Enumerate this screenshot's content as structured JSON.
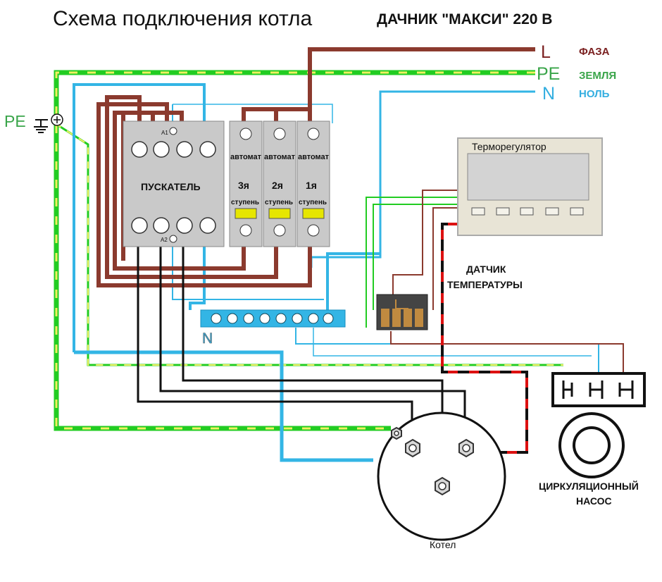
{
  "title": "Схема подключения котла",
  "subtitle": "ДАЧНИК \"МАКСИ\" 220 В",
  "supply": {
    "l_letter": "L",
    "l_label": "ФАЗА",
    "pe_letter": "PE",
    "pe_label": "ЗЕМЛЯ",
    "n_letter": "N",
    "n_label": "НОЛЬ"
  },
  "pe_left": "PE",
  "contactor": {
    "label": "ПУСКАТЕЛЬ",
    "a1": "A1",
    "a2": "A2"
  },
  "breakers": [
    {
      "type": "автомат",
      "stage": "3я",
      "step": "ступень"
    },
    {
      "type": "автомат",
      "stage": "2я",
      "step": "ступень"
    },
    {
      "type": "автомат",
      "stage": "1я",
      "step": "ступень"
    }
  ],
  "n_bus": "N",
  "thermostat": "Терморегулятор",
  "sensor": [
    "ДАТЧИК",
    "ТЕМПЕРАТУРЫ"
  ],
  "pump": [
    "ЦИРКУЛЯЦИОННЫЙ",
    "НАСОС"
  ],
  "boiler": "Котел",
  "colors": {
    "phase": "#8b3a2e",
    "ground_green": "#22cc22",
    "ground_yellow": "#f0f060",
    "neutral": "#33b5e5",
    "black": "#111111",
    "sensor_red": "#dd1111",
    "label_phase": "#7a1f1f",
    "label_ground": "#3aa54a",
    "label_neutral": "#33aee0"
  }
}
